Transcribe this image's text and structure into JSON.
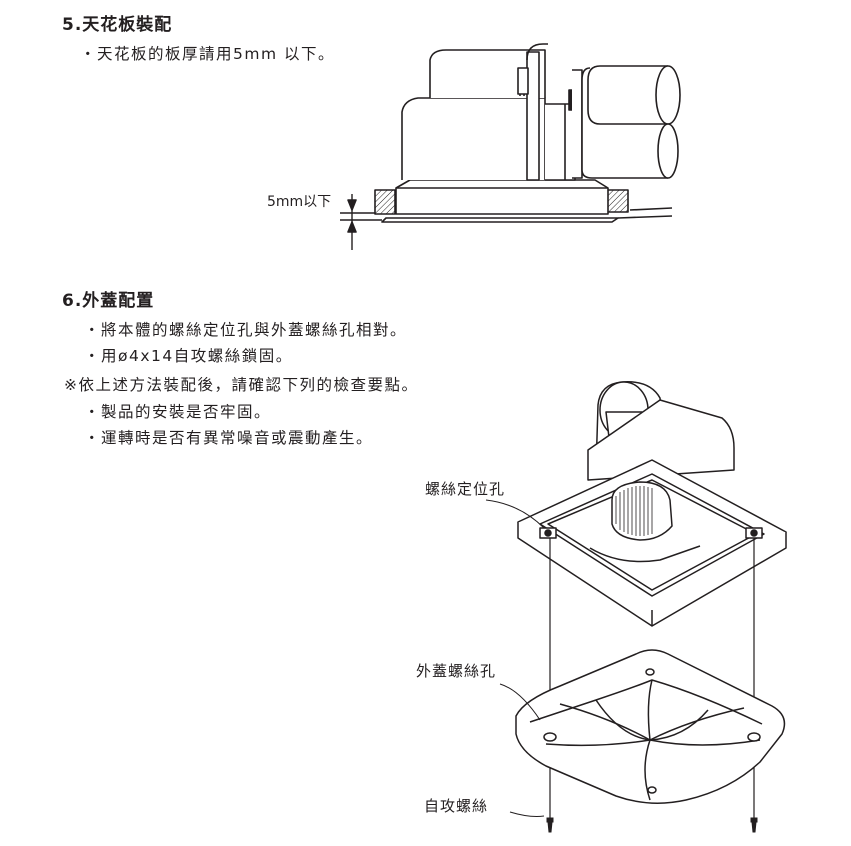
{
  "section5": {
    "heading": "5.天花板裝配",
    "bullet": "・天花板的板厚請用5mm 以下。",
    "dimension_label": "5mm以下"
  },
  "section6": {
    "heading": "6.外蓋配置",
    "bullets": [
      "・將本體的螺絲定位孔與外蓋螺絲孔相對。",
      "・用ø4x14自攻螺絲鎖固。"
    ],
    "note": "※依上述方法裝配後，請確認下列的檢查要點。",
    "checks": [
      "・製品的安裝是否牢固。",
      "・運轉時是否有異常噪音或震動產生。"
    ],
    "labels": {
      "screw_locating_hole": "螺絲定位孔",
      "cover_screw_hole": "外蓋螺絲孔",
      "tapping_screw": "自攻螺絲"
    }
  }
}
